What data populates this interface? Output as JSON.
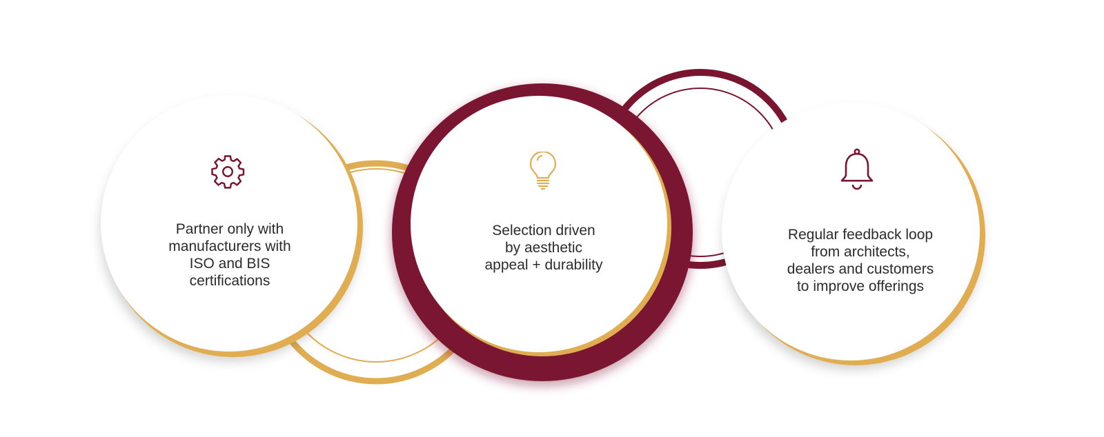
{
  "colors": {
    "maroon": "#7a1530",
    "gold": "#e0ad52",
    "text": "#2b2b2b"
  },
  "items": [
    {
      "icon": "gear-icon",
      "text": "Partner only with manufacturers with ISO and BIS certifications",
      "lines": [
        "Partner only with",
        "manufacturers with",
        "ISO and BIS",
        "certifications"
      ]
    },
    {
      "icon": "lightbulb-icon",
      "text": "Selection driven by aesthetic appeal + durability",
      "lines": [
        "Selection driven",
        "by aesthetic",
        "appeal + durability"
      ]
    },
    {
      "icon": "bell-icon",
      "text": "Regular feedback loop from architects, dealers and customers to improve offerings",
      "lines": [
        "Regular feedback loop",
        "from architects,",
        "dealers and customers",
        "to improve offerings"
      ]
    }
  ]
}
